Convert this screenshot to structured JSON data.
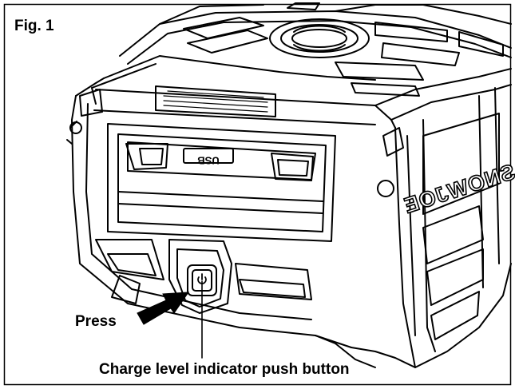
{
  "figure": {
    "title": "Fig. 1"
  },
  "labels": {
    "press": "Press",
    "push_button": "Charge level indicator push button",
    "usb_port": "USB",
    "brand_text": "SNOWJOE"
  },
  "icons": {
    "power_button": "power-icon",
    "press_arrow": "arrow-right-icon"
  }
}
